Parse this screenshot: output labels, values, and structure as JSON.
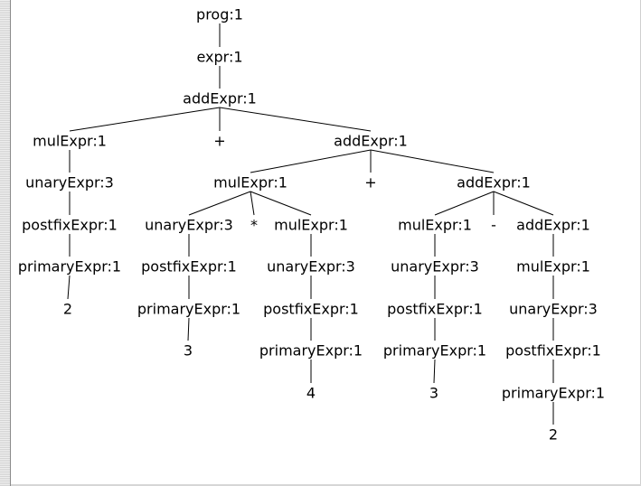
{
  "tree": {
    "nodes": [
      {
        "id": "n1",
        "label": "prog:1"
      },
      {
        "id": "n2",
        "label": "expr:1"
      },
      {
        "id": "n3",
        "label": "addExpr:1"
      },
      {
        "id": "n4",
        "label": "mulExpr:1"
      },
      {
        "id": "n5",
        "label": "+"
      },
      {
        "id": "n6",
        "label": "addExpr:1"
      },
      {
        "id": "n7",
        "label": "unaryExpr:3"
      },
      {
        "id": "n8",
        "label": "postfixExpr:1"
      },
      {
        "id": "n9",
        "label": "primaryExpr:1"
      },
      {
        "id": "n10",
        "label": "2"
      },
      {
        "id": "n11",
        "label": "mulExpr:1"
      },
      {
        "id": "n12",
        "label": "+"
      },
      {
        "id": "n13",
        "label": "addExpr:1"
      },
      {
        "id": "n14",
        "label": "unaryExpr:3"
      },
      {
        "id": "n15",
        "label": "*"
      },
      {
        "id": "n16",
        "label": "mulExpr:1"
      },
      {
        "id": "n17",
        "label": "postfixExpr:1"
      },
      {
        "id": "n18",
        "label": "primaryExpr:1"
      },
      {
        "id": "n19",
        "label": "3"
      },
      {
        "id": "n20",
        "label": "unaryExpr:3"
      },
      {
        "id": "n21",
        "label": "postfixExpr:1"
      },
      {
        "id": "n22",
        "label": "primaryExpr:1"
      },
      {
        "id": "n23",
        "label": "4"
      },
      {
        "id": "n24",
        "label": "mulExpr:1"
      },
      {
        "id": "n25",
        "label": "-"
      },
      {
        "id": "n26",
        "label": "addExpr:1"
      },
      {
        "id": "n27",
        "label": "unaryExpr:3"
      },
      {
        "id": "n28",
        "label": "postfixExpr:1"
      },
      {
        "id": "n29",
        "label": "primaryExpr:1"
      },
      {
        "id": "n30",
        "label": "3"
      },
      {
        "id": "n31",
        "label": "mulExpr:1"
      },
      {
        "id": "n32",
        "label": "unaryExpr:3"
      },
      {
        "id": "n33",
        "label": "postfixExpr:1"
      },
      {
        "id": "n34",
        "label": "primaryExpr:1"
      },
      {
        "id": "n35",
        "label": "2"
      }
    ],
    "edges": [
      [
        "n1",
        "n2"
      ],
      [
        "n2",
        "n3"
      ],
      [
        "n3",
        "n4"
      ],
      [
        "n3",
        "n5"
      ],
      [
        "n3",
        "n6"
      ],
      [
        "n4",
        "n7"
      ],
      [
        "n7",
        "n8"
      ],
      [
        "n8",
        "n9"
      ],
      [
        "n9",
        "n10"
      ],
      [
        "n6",
        "n11"
      ],
      [
        "n6",
        "n12"
      ],
      [
        "n6",
        "n13"
      ],
      [
        "n11",
        "n14"
      ],
      [
        "n11",
        "n15"
      ],
      [
        "n11",
        "n16"
      ],
      [
        "n14",
        "n17"
      ],
      [
        "n17",
        "n18"
      ],
      [
        "n18",
        "n19"
      ],
      [
        "n16",
        "n20"
      ],
      [
        "n20",
        "n21"
      ],
      [
        "n21",
        "n22"
      ],
      [
        "n22",
        "n23"
      ],
      [
        "n13",
        "n24"
      ],
      [
        "n13",
        "n25"
      ],
      [
        "n13",
        "n26"
      ],
      [
        "n24",
        "n27"
      ],
      [
        "n27",
        "n28"
      ],
      [
        "n28",
        "n29"
      ],
      [
        "n29",
        "n30"
      ],
      [
        "n26",
        "n31"
      ],
      [
        "n31",
        "n32"
      ],
      [
        "n32",
        "n33"
      ],
      [
        "n33",
        "n34"
      ],
      [
        "n34",
        "n35"
      ]
    ]
  }
}
